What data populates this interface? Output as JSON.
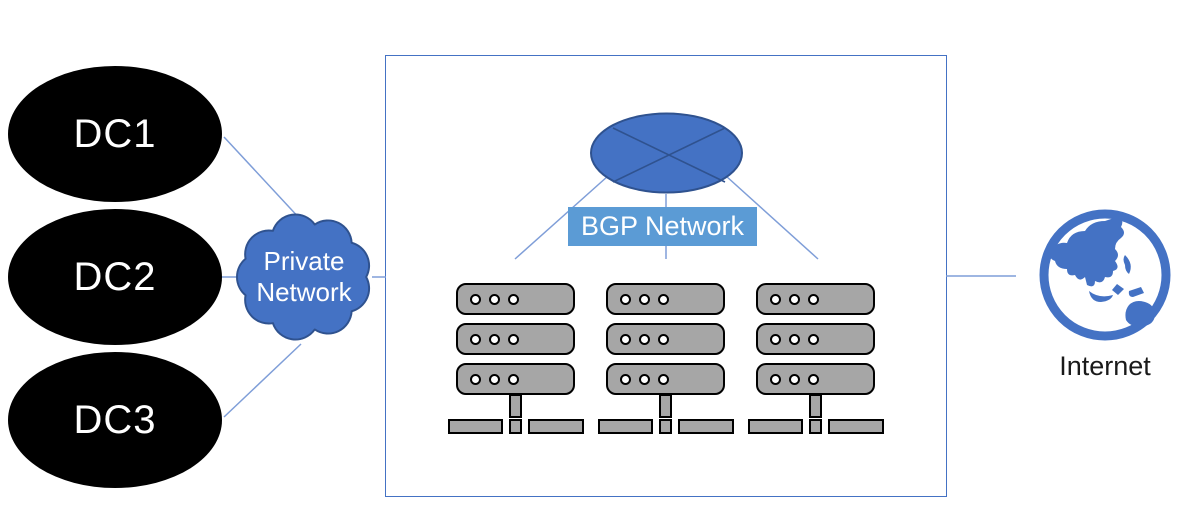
{
  "diagram": {
    "datacenters": [
      {
        "label": "DC1"
      },
      {
        "label": "DC2"
      },
      {
        "label": "DC3"
      }
    ],
    "private_network": {
      "label": "Private Network",
      "icon": "cloud-icon"
    },
    "bgp_network": {
      "label": "BGP Network",
      "icon": "router-icon",
      "server_stacks": 3,
      "servers_per_stack": 3
    },
    "internet": {
      "label": "Internet",
      "icon": "globe-icon"
    }
  },
  "colors": {
    "shape_blue": "#4472C4",
    "shape_blue_border": "#2F528F",
    "label_blue": "#5B9BD5",
    "connector_blue": "#7F9ED8",
    "node_black": "#000000",
    "server_gray": "#A6A6A6",
    "text_white": "#FFFFFF",
    "text_black": "#1a1a1a"
  }
}
